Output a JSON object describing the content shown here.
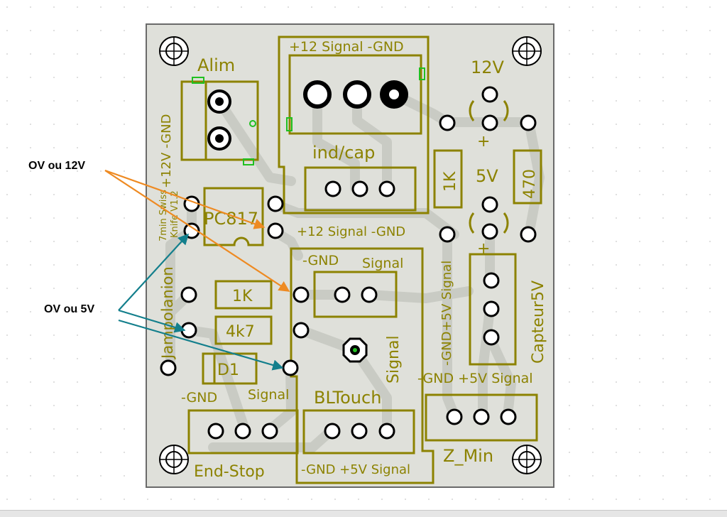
{
  "colors": {
    "board": "#dfe0da",
    "copper": "#c4c6c0",
    "silkscreen": "#8c8200",
    "pad": "#000000",
    "arrow_12v": "#ee8a22",
    "arrow_5v": "#137f8c",
    "smd_pad": "#20c020"
  },
  "annotations": {
    "note_12v": "OV ou 12V",
    "note_5v": "OV ou 5V"
  },
  "board": {
    "labels": {
      "alim": "Alim",
      "alim_pins": "+12V -GND",
      "project_name": "7min Swiss",
      "project_version": "Knife V1.2",
      "jampolanion": "Jampolanion",
      "top_connector": "+12  Signal -GND",
      "ind_cap": "ind/cap",
      "resistor_1k_top": "1K",
      "v12": "12V",
      "plus_top": "+",
      "v5": "5V",
      "resistor_470": "470",
      "plus_mid": "+",
      "pc817": "PC817",
      "ind_cap_pins": "+12  Signal -GND",
      "bl_header_gnd": "-GND",
      "bl_header_signal": "Signal",
      "resistor_1k_left": "1K",
      "resistor_4k7": "4k7",
      "diode_d1": "D1",
      "vertical_signal": "-GND+5V Signal",
      "capteur": "Capteur5V",
      "bl_signal": "Signal",
      "right_pins": "-GND +5V  Signal",
      "endstop_gnd": "-GND",
      "endstop_signal": "Signal",
      "bltouch": "BLTouch",
      "endstop": "End-Stop",
      "bltouch_pins": "-GND +5V Signal",
      "z_min": "Z_Min"
    }
  }
}
